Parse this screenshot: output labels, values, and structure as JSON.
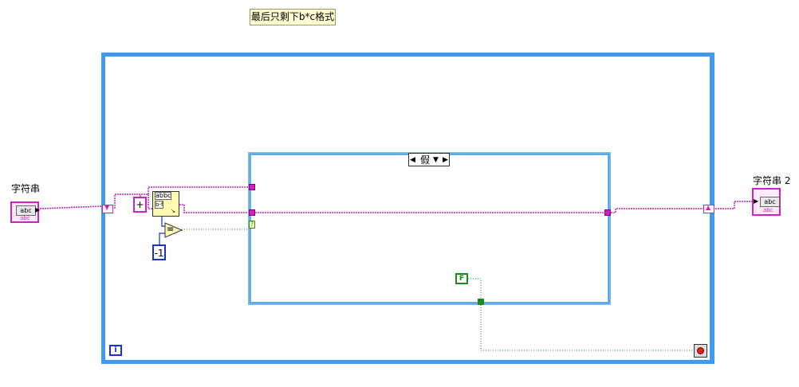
{
  "comment": {
    "text": "最后只剩下b*c格式"
  },
  "case_structure": {
    "selector_value": "假",
    "arrow_left": "◀",
    "arrow_dropdown": "▼",
    "arrow_right": "▶"
  },
  "control": {
    "label": "字符串",
    "inner": "abc",
    "badge": "abc"
  },
  "indicator": {
    "label": "字符串 2",
    "inner": "abc",
    "badge": "abc"
  },
  "constants": {
    "minus_one": "-1",
    "false_const": "F"
  },
  "nodes": {
    "add": "+",
    "equal": "=",
    "scan_top": "abbc",
    "scan_mid": "b-f",
    "question": "?"
  },
  "loop": {
    "iteration": "i"
  },
  "colors": {
    "string_wire": "#d020c0",
    "numeric_wire": "#1a2fd0",
    "bool_wire": "#1b8b1b",
    "loop_border": "#3e9bf0"
  }
}
